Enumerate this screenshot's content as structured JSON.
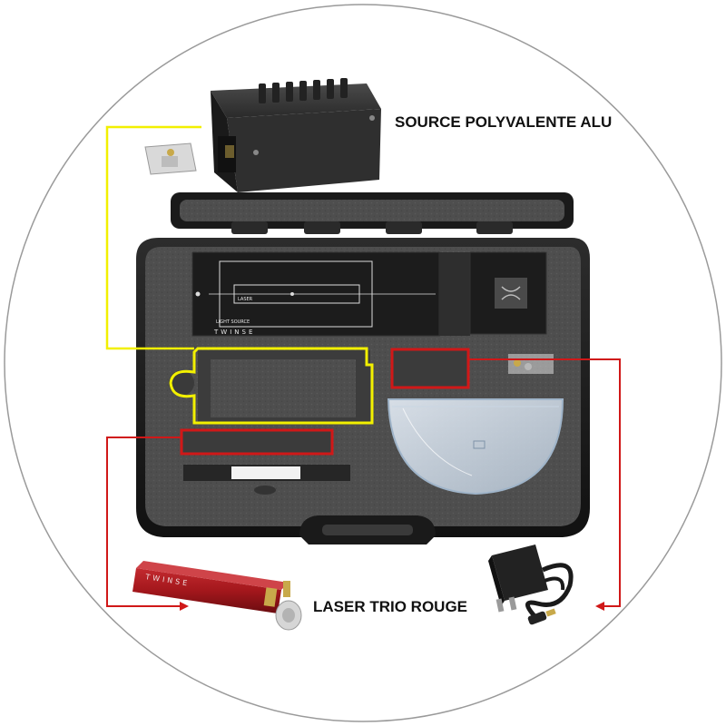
{
  "labels": {
    "source": "SOURCE POLYVALENTE ALU",
    "laser": "LASER TRIO ROUGE"
  },
  "panel": {
    "brand": "TWINSE",
    "laser_tag": "LASER",
    "light_source_tag": "LIGHT SOURCE"
  },
  "laser_device": {
    "brand": "TWINSE"
  },
  "colors": {
    "background": "#ffffff",
    "circle_border": "#9a9a9a",
    "source_callout": "#f2f000",
    "laser_callout": "#d01818",
    "case_shell": "#1e1e1e",
    "foam": "#505050",
    "laser_body": "#a3171c",
    "source_body": "#2a2a2a"
  },
  "icons": {
    "source_box": "light-source-box-icon",
    "laser": "laser-module-icon",
    "adapter": "power-adapter-icon",
    "lens": "half-disc-lens-icon"
  }
}
